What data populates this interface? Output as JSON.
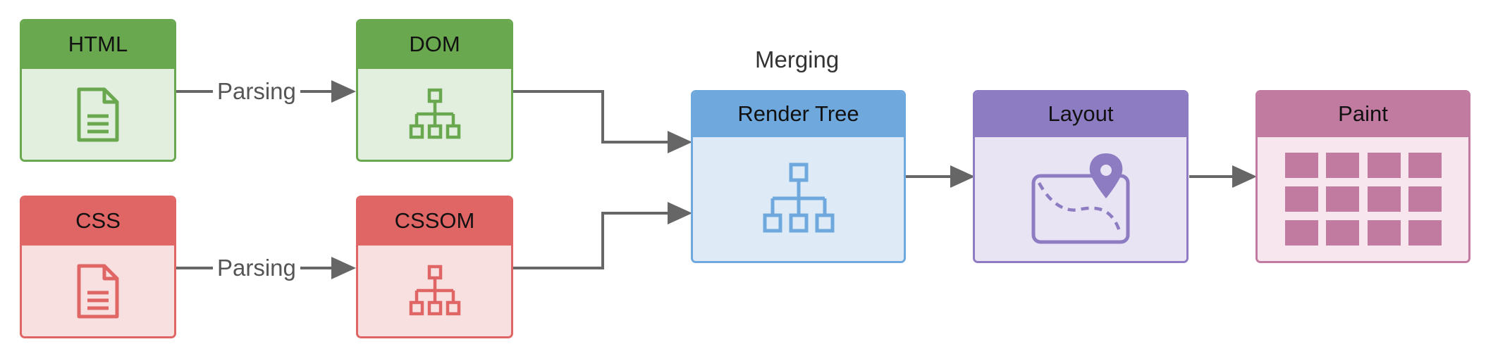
{
  "nodes": {
    "html": {
      "title": "HTML",
      "icon": "document-icon"
    },
    "dom": {
      "title": "DOM",
      "icon": "tree-icon"
    },
    "css": {
      "title": "CSS",
      "icon": "document-icon"
    },
    "cssom": {
      "title": "CSSOM",
      "icon": "tree-icon"
    },
    "render": {
      "title": "Render Tree",
      "icon": "tree-icon"
    },
    "layout": {
      "title": "Layout",
      "icon": "map-pin-icon"
    },
    "paint": {
      "title": "Paint",
      "icon": "grid-icon"
    }
  },
  "edges": {
    "html_dom": {
      "label": "Parsing"
    },
    "css_cssom": {
      "label": "Parsing"
    },
    "merge": {
      "label": "Merging"
    }
  },
  "colors": {
    "green_border": "#6aa84f",
    "green_head": "#6aa84f",
    "green_body": "#e2efde",
    "red_border": "#e06666",
    "red_head": "#e06666",
    "red_body": "#f8e0e0",
    "blue_border": "#6fa8dc",
    "blue_head": "#6fa8dc",
    "blue_body": "#deebf7",
    "purple_border": "#8e7cc3",
    "purple_head": "#8e7cc3",
    "purple_body": "#e8e4f3",
    "pink_border": "#c27ba0",
    "pink_head": "#c27ba0",
    "pink_body": "#f8e6ee",
    "arrow": "#666666"
  }
}
